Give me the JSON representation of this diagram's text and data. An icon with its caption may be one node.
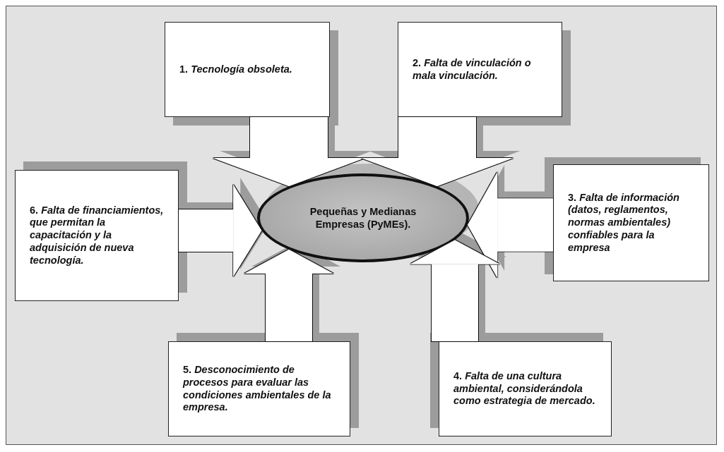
{
  "diagram": {
    "nodes": [
      {
        "text": [
          "Pequeñas y Medianas Empresas (PyMEs)."
        ]
      },
      {
        "text": [
          "1. *Tecnología obsoleta.*"
        ]
      },
      {
        "text": [
          "2. *Falta de vinculación o mala vinculación.*"
        ]
      },
      {
        "text": [
          "3. *Falta de información (datos, reglamentos, normas ambientales) confiables para la empresa*"
        ]
      },
      {
        "text": [
          "4. *Falta de una cultura ambiental, considerándola como estrategia de mercado.*"
        ]
      },
      {
        "text": [
          "5. *Desconocimiento de procesos para evaluar las condiciones ambientales de la empresa.*"
        ]
      },
      {
        "text": [
          "6.  *Falta de financiamientos, que permitan la capacitación y la adquisición de nueva tecnología.*"
        ]
      }
    ],
    "edges": [
      {
        "from": 1,
        "to": 0,
        "arrow": "to"
      },
      {
        "from": 2,
        "to": 0,
        "arrow": "to"
      },
      {
        "from": 3,
        "to": 0,
        "arrow": "to"
      },
      {
        "from": 4,
        "to": 0,
        "arrow": "to"
      },
      {
        "from": 5,
        "to": 0,
        "arrow": "to"
      },
      {
        "from": 6,
        "to": 0,
        "arrow": "to"
      }
    ]
  }
}
